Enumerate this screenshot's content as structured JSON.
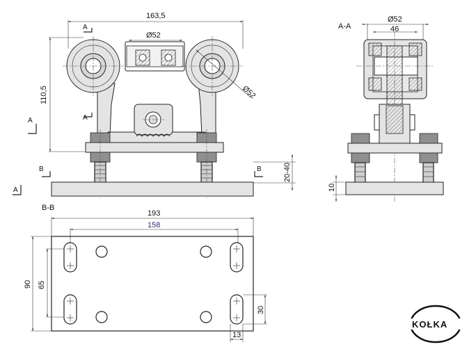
{
  "front_view": {
    "overall_width": "163,5",
    "height": "110,5",
    "wheel_diameter": "Ø52",
    "wheel_diameter_diag": "Ø52",
    "height_range": "20-40",
    "section_a_label": "A",
    "section_b_label": "B"
  },
  "side_view": {
    "title": "A-A",
    "wheel_diameter": "Ø52",
    "width": "46",
    "plate_thickness": "10"
  },
  "plate_view": {
    "title": "B-B",
    "width": "193",
    "hole_spacing": "158",
    "height": "90",
    "slot_spacing": "65",
    "slot_length": "30",
    "slot_width": "13"
  },
  "logo": {
    "text": "KOŁKA"
  }
}
